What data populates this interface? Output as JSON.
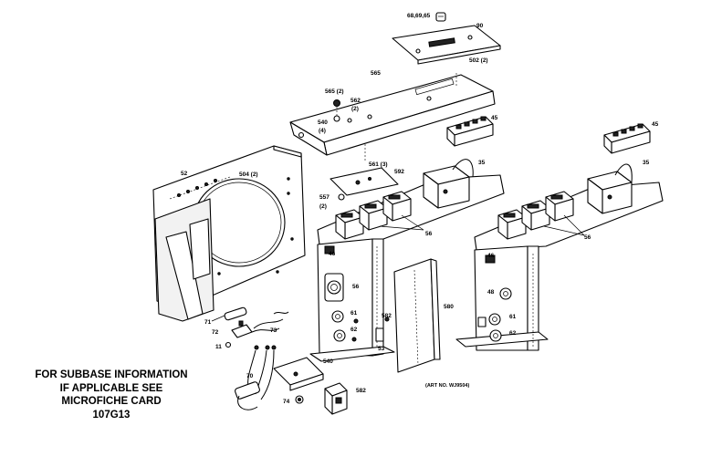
{
  "note": {
    "line1": "FOR SUBBASE INFORMATION",
    "line2": "IF APPLICABLE SEE",
    "line3": "MICROFICHE CARD",
    "line4": "107G13"
  },
  "art_number": "(ART NO. WJ9504)",
  "labels": {
    "screws_top": "68,69,65",
    "cover_top": "90",
    "screw_502": "502 (2)",
    "bracket_565": "565",
    "screw_565_2": "565 (2)",
    "screw_562": "562",
    "screw_562_2": "(2)",
    "screw_540": "540",
    "screw_540_4": "(4)",
    "screw_561_3": "561 (3)",
    "terminal_left": "45",
    "terminal_right": "45",
    "panel_52": "52",
    "screw_504": "504 (2)",
    "board_592": "592",
    "screw_557": "557",
    "screw_557_2": "(2)",
    "transformer_left": "35",
    "transformer_right": "35",
    "relay_left": "56",
    "relay_right": "56",
    "part_46_left": "46",
    "part_46_right": "46",
    "part_56_mid": "56",
    "part_48": "48",
    "part_61_left": "61",
    "part_62_left": "62",
    "part_61_right": "61",
    "part_62_right": "62",
    "part_582": "582",
    "part_53": "53",
    "cover_580": "580",
    "part_71": "71",
    "part_72": "72",
    "part_73": "73",
    "part_11": "11",
    "part_70": "70",
    "part_74": "74",
    "bracket_540b": "540",
    "part_582b": "582"
  }
}
